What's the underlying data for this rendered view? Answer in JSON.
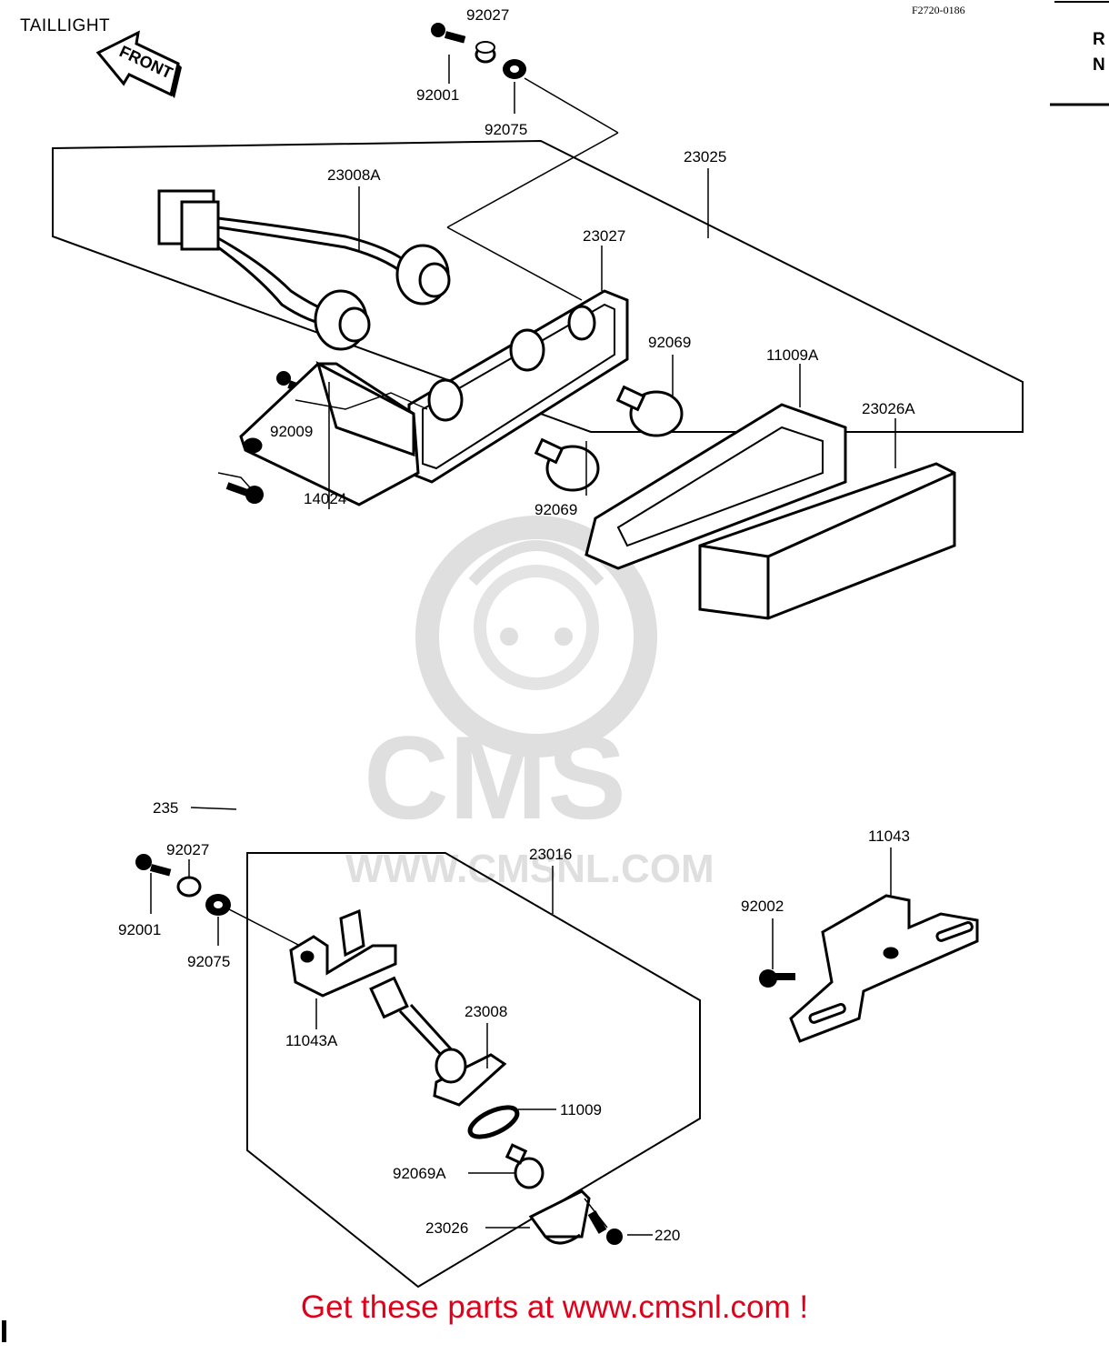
{
  "diagram": {
    "title": "TAILLIGHT",
    "reference": "F2720-0186",
    "front_marker": "FRONT",
    "cropped_column_letters": [
      "R",
      "N"
    ],
    "watermark": {
      "logo_text": "CMS",
      "url_text": "WWW.CMSNL.COM"
    },
    "part_labels": {
      "p92027_top": "92027",
      "p92001_top": "92001",
      "p92075_top": "92075",
      "p23025": "23025",
      "p23008A": "23008A",
      "p23027": "23027",
      "p92069_a": "92069",
      "p11009A": "11009A",
      "p23026A": "23026A",
      "p92009": "92009",
      "p92069_b": "92069",
      "p14024": "14024",
      "p235": "235",
      "p92027_bot": "92027",
      "p92001_bot": "92001",
      "p92075_bot": "92075",
      "p23016": "23016",
      "p11043": "11043",
      "p92002": "92002",
      "p11043A": "11043A",
      "p23008": "23008",
      "p11009": "11009",
      "p92069A": "92069A",
      "p23026": "23026",
      "p220": "220"
    },
    "footer_cta": "Get these parts at www.cmsnl.com !",
    "colors": {
      "line": "#000000",
      "watermark": "#dcdcdc",
      "cta": "#e0001a"
    }
  }
}
